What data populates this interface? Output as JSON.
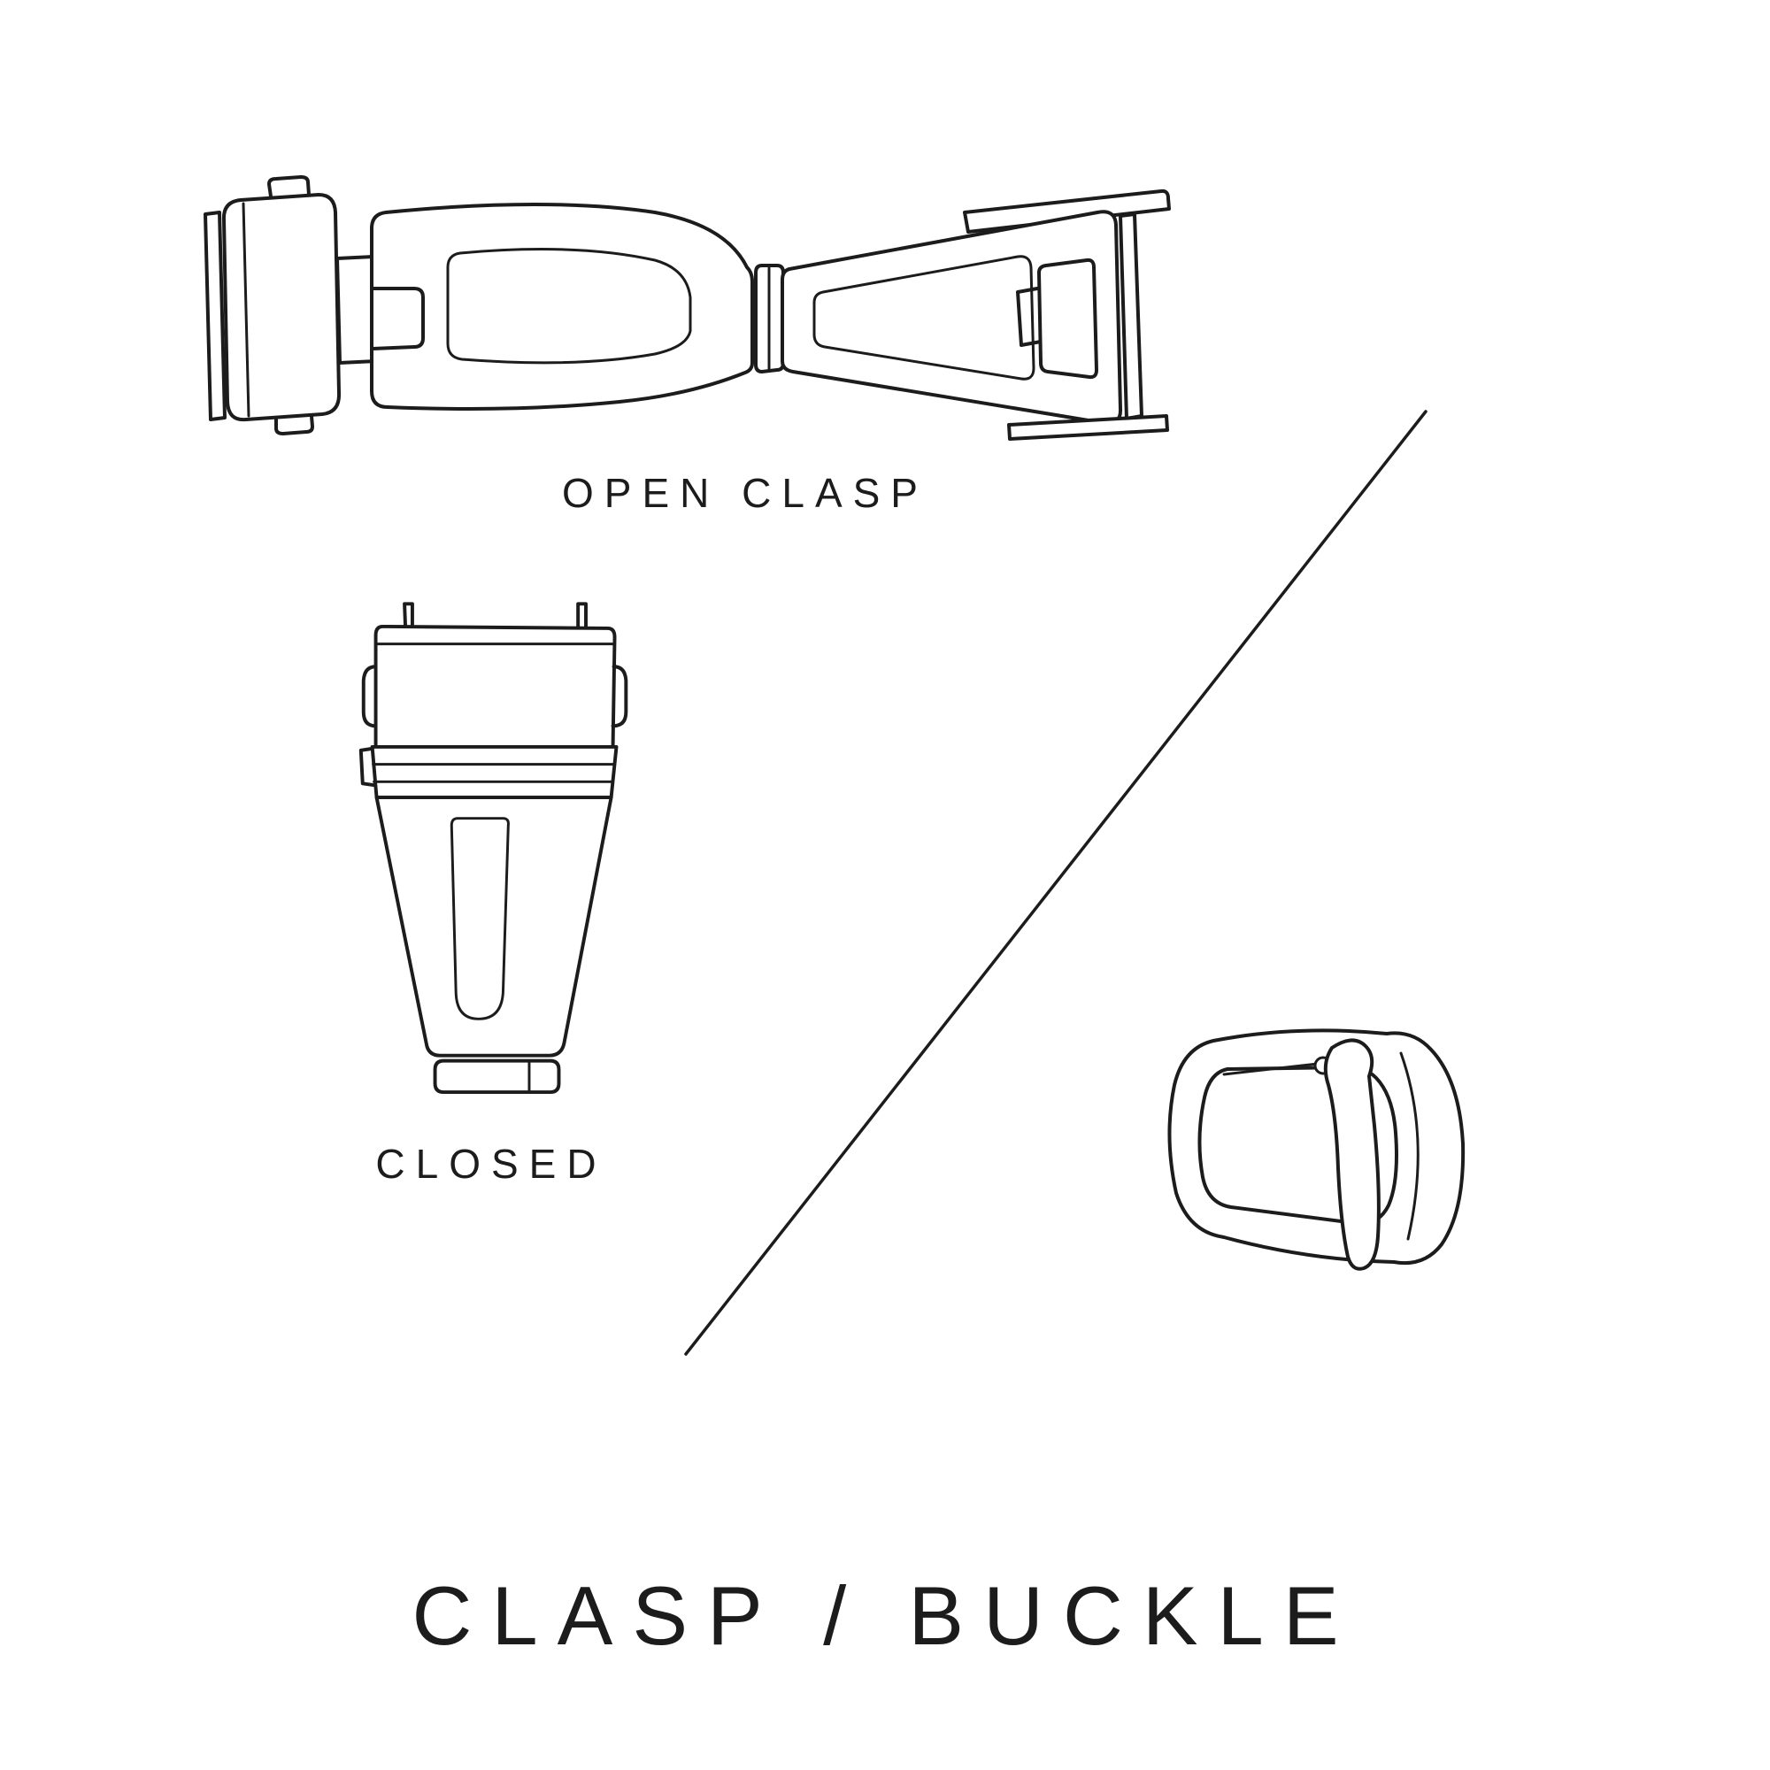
{
  "page": {
    "title": "CLASP / BUCKLE",
    "background_color": "#ffffff",
    "line_color": "#1c1c1c",
    "text_color": "#1c1c1c"
  },
  "figures": {
    "open_clasp": {
      "caption": "OPEN CLASP",
      "illustration": "open-clasp-line-art"
    },
    "closed_clasp": {
      "caption": "CLOSED",
      "illustration": "closed-clasp-line-art"
    },
    "buckle": {
      "illustration": "tang-buckle-line-art"
    },
    "divider": {
      "illustration": "diagonal-divider-line"
    }
  }
}
